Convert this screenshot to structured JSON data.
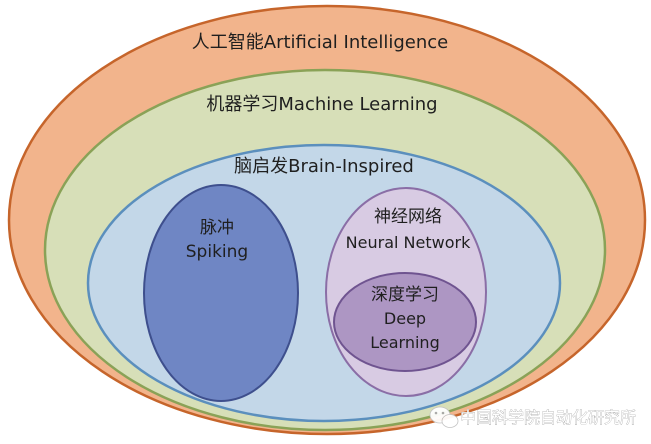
{
  "diagram": {
    "ai": {
      "label": "人工智能Artificial Intelligence",
      "color": "#f2b48c"
    },
    "ml": {
      "label": "机器学习Machine Learning",
      "color": "#d7dfb8"
    },
    "brain_inspired": {
      "label": "脑启发Brain-Inspired",
      "color": "#c3d7e8"
    },
    "spiking": {
      "label_cn": "脉冲",
      "label_en": "Spiking",
      "color": "#6f86c4"
    },
    "neural_network": {
      "label_cn": "神经网络",
      "label_en": "Neural Network",
      "color": "#d8cbe3"
    },
    "deep_learning": {
      "label_cn": "深度学习",
      "label_en_1": "Deep",
      "label_en_2": "Learning",
      "color": "#ad96c3"
    }
  },
  "watermark": {
    "text": "中国科学院自动化研究所",
    "icon": "wechat-icon"
  }
}
